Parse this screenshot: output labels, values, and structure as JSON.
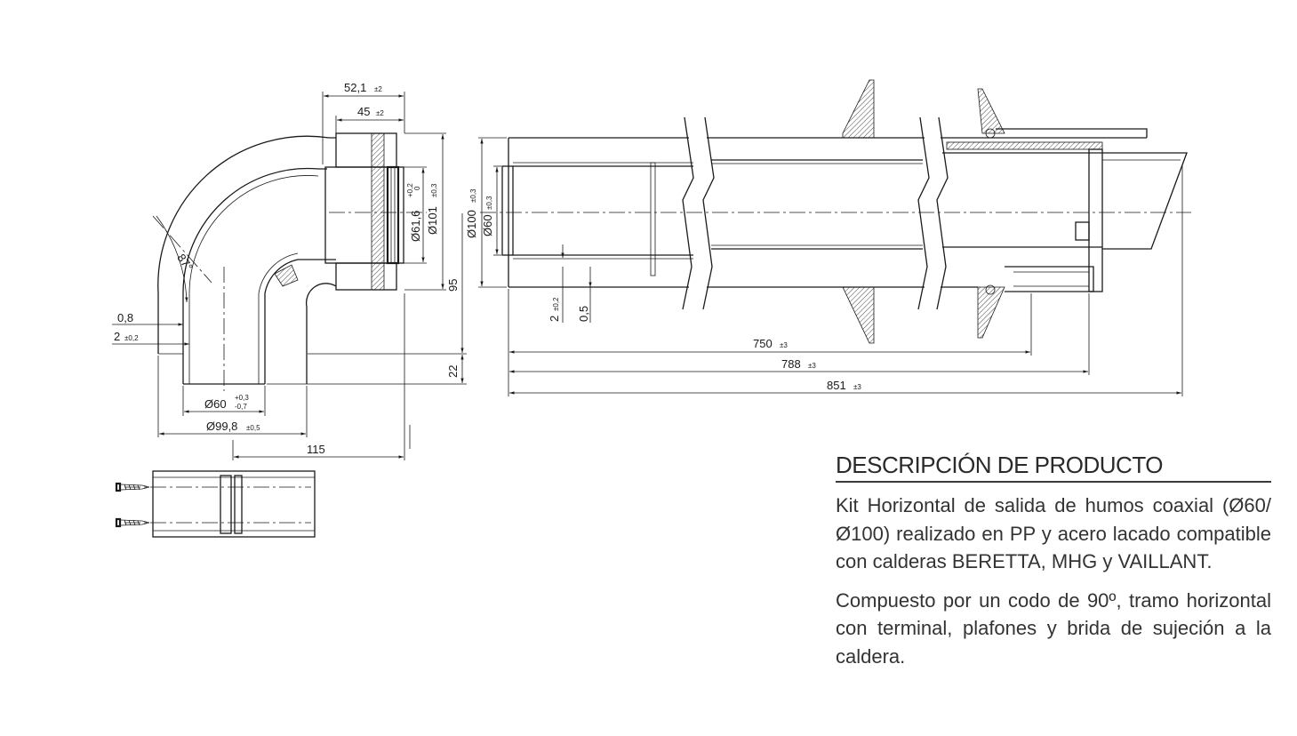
{
  "dimensions": {
    "d_52_1": "52,1",
    "t_52_1": "±2",
    "d_45": "45",
    "t_45": "±2",
    "d_61_6": "Ø61,6",
    "t_61_6_up": "+0,2",
    "t_61_6_dn": "0",
    "d_101": "Ø101",
    "t_101": "±0,3",
    "d_100": "Ø100",
    "t_100": "±0,3",
    "d_60v": "Ø60",
    "t_60v": "±0,3",
    "d_95": "95",
    "d_22": "22",
    "d_angle": "87°",
    "d_0_8": "0,8",
    "d_2l": "2",
    "t_2l": "±0,2",
    "d_60h": "Ø60",
    "t_60h_up": "+0,3",
    "t_60h_dn": "-0,7",
    "d_99_8": "Ø99,8",
    "t_99_8": "±0,5",
    "d_115": "115",
    "d_2v": "2",
    "t_2v": "±0,2",
    "d_0_5": "0,5",
    "d_750": "750",
    "t_750": "±3",
    "d_788": "788",
    "t_788": "±3",
    "d_851": "851",
    "t_851": "±3"
  },
  "description": {
    "title": "DESCRIPCIÓN DE PRODUCTO",
    "paragraph1": "Kit Horizontal de salida de humos coaxial (Ø60/Ø100) realizado en PP y acero lacado compatible con calderas BERETTA, MHG y VAILLANT.",
    "paragraph2": "Compuesto por un codo de 90º, tramo ho­rizontal con terminal, plafones y brida de sujeción a la caldera."
  }
}
